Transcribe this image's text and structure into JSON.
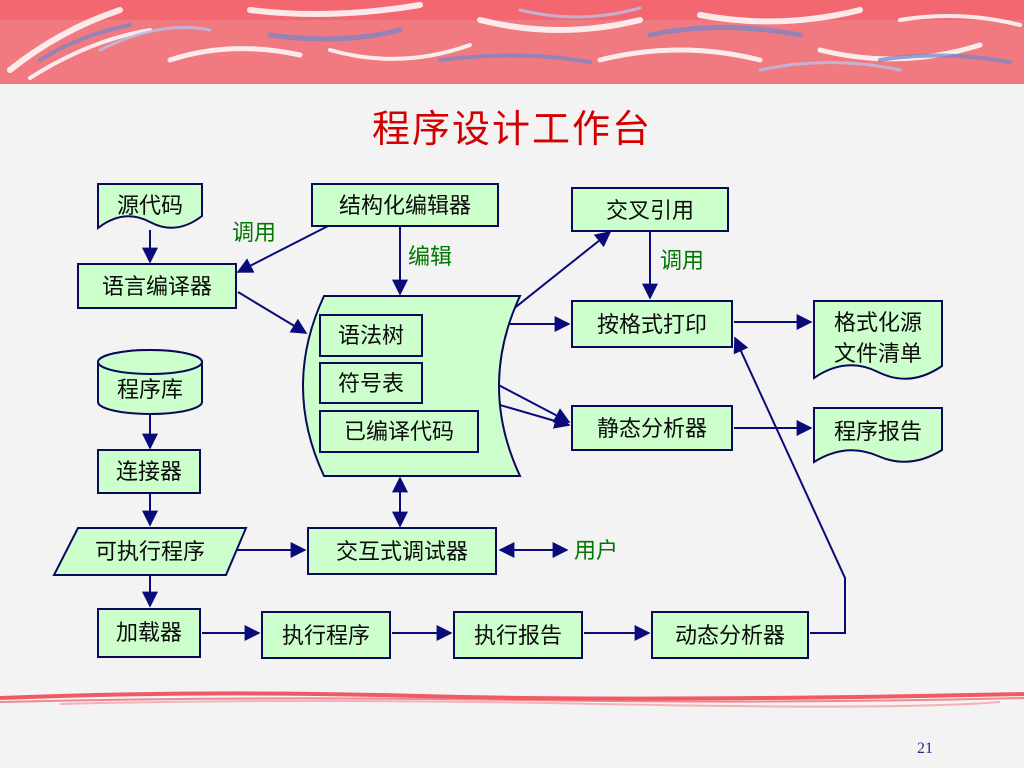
{
  "slide": {
    "title": "程序设计工作台",
    "page_number": "21"
  },
  "nodes": {
    "source_code": "源代码",
    "structured_editor": "结构化编辑器",
    "cross_reference": "交叉引用",
    "language_compiler": "语言编译器",
    "syntax_tree": "语法树",
    "symbol_table": "符号表",
    "compiled_code": "已编译代码",
    "format_print": "按格式打印",
    "formatted_source_listing_line1": "格式化源",
    "formatted_source_listing_line2": "文件清单",
    "program_library": "程序库",
    "static_analyzer": "静态分析器",
    "program_report": "程序报告",
    "linker": "连接器",
    "executable_program": "可执行程序",
    "interactive_debugger": "交互式调试器",
    "user": "用户",
    "loader": "加载器",
    "execute_program": "执行程序",
    "execution_report": "执行报告",
    "dynamic_analyzer": "动态分析器"
  },
  "edge_labels": {
    "call_left": "调用",
    "edit": "编辑",
    "call_right": "调用"
  },
  "colors": {
    "title": "#d40000",
    "box_fill": "#ccffcc",
    "box_stroke": "#0a0a5a",
    "edge": "#0a0a7a",
    "edge_label": "#007700",
    "decoration": "#ef5a64"
  }
}
